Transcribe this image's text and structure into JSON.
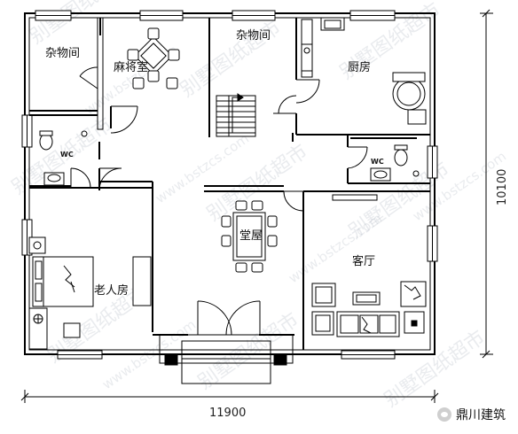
{
  "rooms": {
    "storage_left": "杂物间",
    "mahjong": "麻将室",
    "storage_center": "杂物间",
    "kitchen": "厨房",
    "wc_left": "WC",
    "wc_right": "WC",
    "hall": "堂屋",
    "living": "客厅",
    "elder_bedroom": "老人房"
  },
  "dimensions": {
    "width": "11900",
    "depth": "10100"
  },
  "watermark": {
    "text": "别墅图纸超市",
    "url": "www.bstzcs.com"
  },
  "brand": {
    "name": "鼎川建筑",
    "icon": "wechat-icon"
  }
}
